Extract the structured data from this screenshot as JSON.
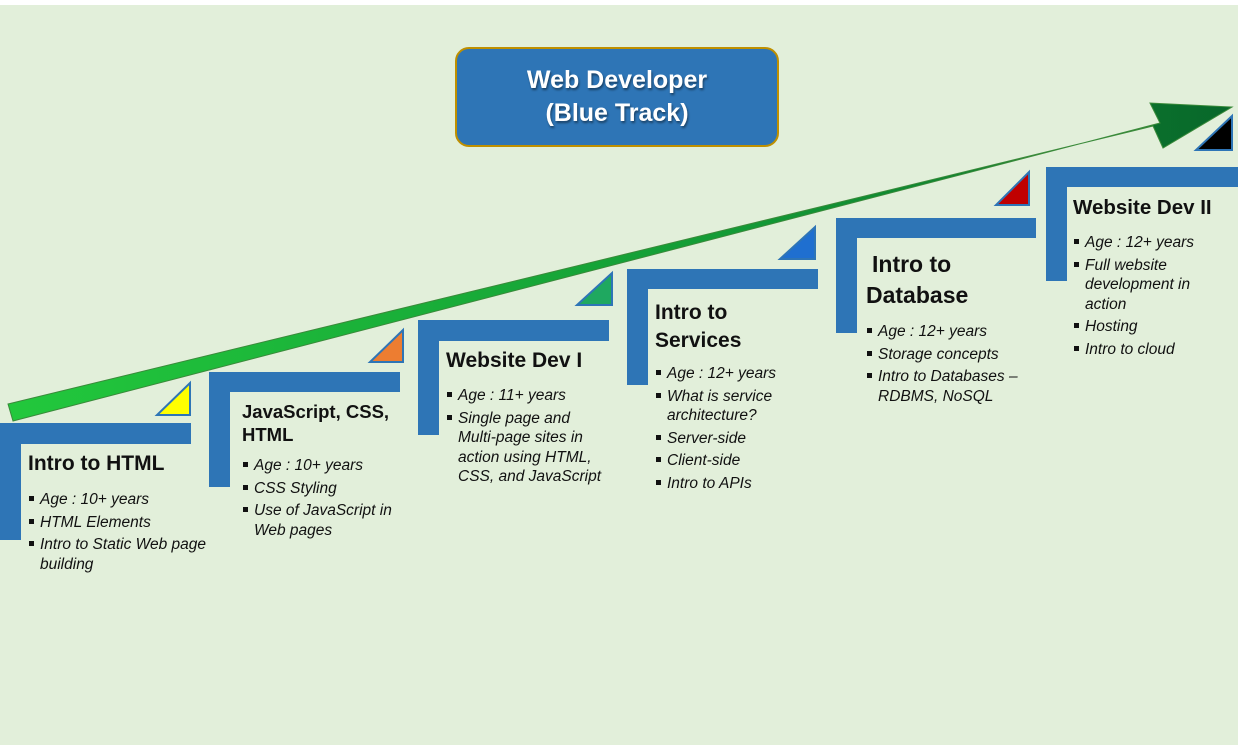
{
  "title": {
    "line1": "Web Developer",
    "line2": "(Blue Track)"
  },
  "steps": [
    {
      "title_lines": [
        "Intro to HTML"
      ],
      "marker_color": "#ffff00",
      "bullets": [
        "Age : 10+ years",
        "HTML Elements",
        "Intro to Static Web page building"
      ]
    },
    {
      "title_lines": [
        "JavaScript, CSS,",
        "HTML"
      ],
      "marker_color": "#ed7d31",
      "bullets": [
        "Age : 10+ years",
        "CSS Styling",
        "Use of JavaScript in Web pages"
      ]
    },
    {
      "title_lines": [
        "Website Dev I"
      ],
      "marker_color": "#1fa860",
      "bullets": [
        "Age : 11+ years",
        "Single page and Multi-page sites in action using HTML, CSS, and JavaScript"
      ]
    },
    {
      "title_lines": [
        "Intro to",
        "Services"
      ],
      "marker_color": "#1f6fd0",
      "bullets": [
        "Age : 12+ years",
        "What is service architecture?",
        "Server-side",
        "Client-side",
        "Intro to APIs"
      ]
    },
    {
      "title_lines": [
        "Intro to",
        "Database"
      ],
      "marker_color": "#c00000",
      "bullets": [
        "Age : 12+ years",
        "Storage concepts",
        "Intro to Databases – RDBMS, NoSQL"
      ]
    },
    {
      "title_lines": [
        "Website Dev II"
      ],
      "marker_color": "#000000",
      "bullets": [
        "Age : 12+ years",
        "Full website development in action",
        "Hosting",
        "Intro to cloud"
      ]
    }
  ],
  "colors": {
    "background": "#e2efda",
    "step_bar": "#2e75b6",
    "arrow_start": "#21c93b",
    "arrow_end": "#0a6e2a",
    "title_box": "#2e75b6",
    "title_border": "#bf9000"
  }
}
